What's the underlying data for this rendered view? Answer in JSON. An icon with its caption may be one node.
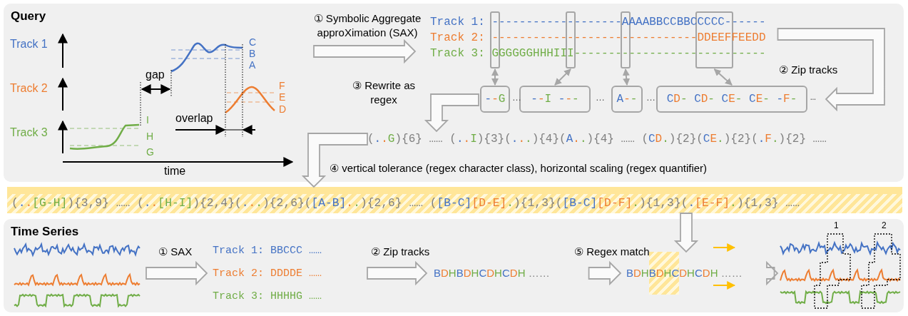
{
  "diagram": {
    "nodes": [
      {
        "text": [
          "Query"
        ]
      },
      {
        "text": [],
        "shape": "picture",
        "in": 0
      },
      {
        "text": [
          "Track 1: -------------------AAAABBCCBBCCCCC------",
          "Track 2: ------------------------------DDEEFFEEDD",
          "Track 3: GGGGGGHHHIII----------------------------"
        ],
        "in": 0
      },
      {
        "text": [],
        "shape": "box",
        "in": 0
      },
      {
        "text": [],
        "shape": "box",
        "in": 0
      },
      {
        "text": [],
        "shape": "box",
        "in": 0
      },
      {
        "text": [],
        "shape": "box",
        "in": 0
      },
      {
        "text": [
          "--G"
        ],
        "in": 0
      },
      {
        "text": [
          "--I ---"
        ],
        "in": 0
      },
      {
        "text": [
          "A--"
        ],
        "in": 0
      },
      {
        "text": [
          "CD- CD- CE- CE- -F-"
        ],
        "in": 0,
        "beside": [
          "…"
        ]
      },
      {
        "text": [
          "(..G){6} …… (..I){3}(...){4}(A..){4} …… (CD.){2}(CE.){2}(.F.){2} ……"
        ],
        "in": 0
      },
      {
        "text": [
          "(..[G-H]){3,9} …… (..[H-I]){2,4}(...){2,6}([A-B]..){2,6} …… ([B-C][D-E].){1,3}([B-C][D-F].){1,3}(.[E-F].){1,3} ……"
        ]
      },
      {
        "text": [
          "Time Series"
        ]
      },
      {
        "text": [],
        "shape": "picture",
        "in": 13
      },
      {
        "text": [
          "Track 1: BBCCC ……",
          "Track 2: DDDDE ……",
          "Track 3: HHHHG ……"
        ],
        "in": 13
      },
      {
        "text": [
          "BDHBDHCDHCDH ……"
        ],
        "in": 13
      },
      {
        "text": [
          "BDHBDHCDHCDH ……"
        ],
        "in": 13
      },
      {
        "text": [],
        "shape": "picture",
        "in": 13
      }
    ],
    "edges": [
      {
        "from": 1,
        "to": 2,
        "arrow": "to",
        "style": "thick",
        "label": "① Symbolic Aggregate approXimation (SAX)"
      },
      {
        "from": 3,
        "to": 7,
        "arrow": "both"
      },
      {
        "from": 4,
        "to": 8,
        "arrow": "both"
      },
      {
        "from": 5,
        "to": 9,
        "arrow": "both"
      },
      {
        "from": 6,
        "to": 10,
        "arrow": "both"
      },
      {
        "from": 2,
        "to": 10,
        "arrow": "to",
        "style": "thick",
        "label": "② Zip tracks"
      },
      {
        "from": 7,
        "to": 11,
        "arrow": "to",
        "style": "thick",
        "label": "③ Rewrite as regex"
      },
      {
        "from": 11,
        "to": 12,
        "arrow": "to",
        "style": "thick",
        "label": "④ vertical tolerance (regex character class), horizontal scaling (regex quantifier)"
      },
      {
        "from": 12,
        "to": 17,
        "arrow": "to",
        "style": "thick"
      },
      {
        "from": 14,
        "to": 15,
        "arrow": "to",
        "style": "thick",
        "label": "① SAX"
      },
      {
        "from": 15,
        "to": 16,
        "arrow": "to",
        "style": "thick",
        "label": "② Zip tracks"
      },
      {
        "from": 16,
        "to": 17,
        "arrow": "to",
        "style": "thick",
        "label": "⑤ Regex match"
      },
      {
        "from": 17,
        "to": 18,
        "arrow": "to",
        "style": "thick"
      }
    ],
    "labels": [
      "Track 1",
      "C",
      "B",
      "A",
      "gap",
      "Track 2",
      "F",
      "E",
      "D",
      "I",
      "overlap",
      "Track 3",
      "H",
      "G",
      "time",
      "…",
      "…",
      "…",
      "1",
      "2"
    ]
  }
}
